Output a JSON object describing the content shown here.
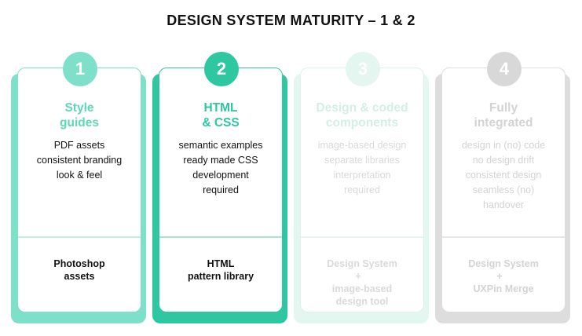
{
  "title": "DESIGN SYSTEM MATURITY – 1 & 2",
  "colors": {
    "level1": "#7ee0c8",
    "level2": "#2ec79f",
    "level3": "#e4f6f0",
    "level4": "#dddddd"
  },
  "stages": [
    {
      "number": "1",
      "heading": [
        "Style",
        "guides"
      ],
      "features": [
        "PDF assets",
        "consistent branding",
        "look & feel"
      ],
      "tools": [
        "Photoshop",
        "assets"
      ]
    },
    {
      "number": "2",
      "heading": [
        "HTML",
        "& CSS"
      ],
      "features": [
        "semantic examples",
        "ready made CSS",
        "development",
        "required"
      ],
      "tools": [
        "HTML",
        "pattern library"
      ]
    },
    {
      "number": "3",
      "heading": [
        "Design & coded",
        "components"
      ],
      "features": [
        "image-based design",
        "separate libraries",
        "interpretation",
        "required"
      ],
      "tools": [
        "Design System",
        "image-based",
        "design tool"
      ],
      "plus": "+"
    },
    {
      "number": "4",
      "heading": [
        "Fully",
        "integrated"
      ],
      "features": [
        "design in (no) code",
        "no design drift",
        "consistent design",
        "seamless (no)",
        "handover"
      ],
      "tools": [
        "Design System",
        "UXPin Merge"
      ],
      "plus": "+"
    }
  ]
}
